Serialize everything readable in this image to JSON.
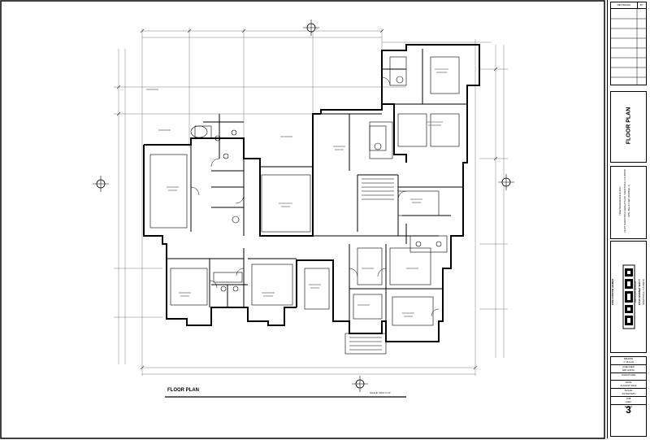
{
  "drawing": {
    "title": "FLOOR PLAN",
    "scale": "SCALE: 3/16\"=1'-0\""
  },
  "title_block": {
    "revisions_header": "REVISIONS",
    "by_header": "BY",
    "sheet_title": "FLOOR PLAN",
    "project_lines": [
      "NEW RESIDENCE & ADU",
      "21107 SARATOGA HEIGHTS DR, SARATOGA, CA 95070",
      "APN: 503-17-096 (PARCEL 1)"
    ],
    "firm_tagline": "FINE CUSTOM HOMES",
    "firm_lines": [
      "HOLSTEN DESIGN",
      "15020 BONNET WAY ©",
      "SARATOGA, CA 95070"
    ],
    "drawn_label": "DRAWN",
    "drawn_value": "J. ULLAH",
    "checked_label": "CHECKED",
    "checked_value": "ERI HONG",
    "signature_label": "SIGNATURE",
    "date_label": "DATE",
    "date_value": "AUGUST 2022",
    "scale_label": "SCALE",
    "scale_value": "AS SHOWN",
    "job_label": "JOB",
    "job_value": "2022",
    "sheet_label": "SHEET",
    "sheet_number": "3"
  }
}
